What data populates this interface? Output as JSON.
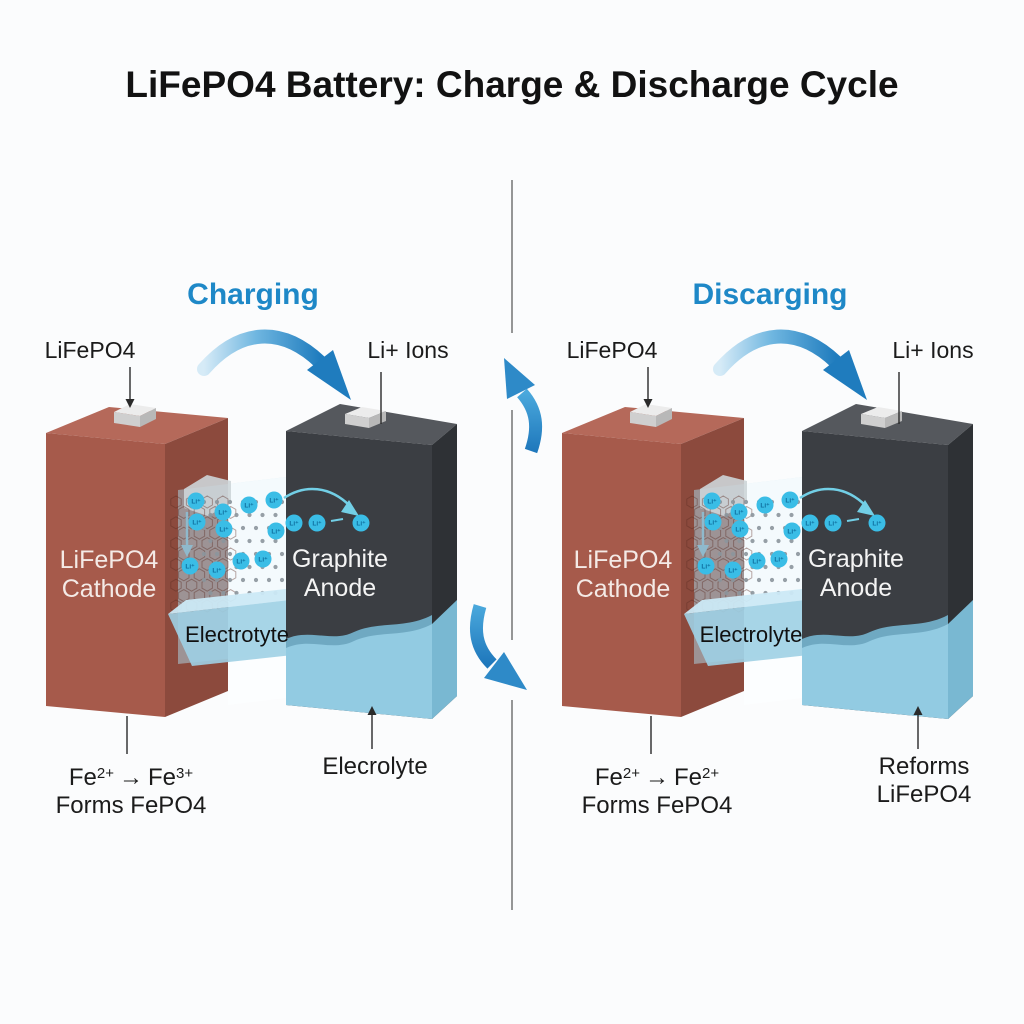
{
  "title": "LiFePO4 Battery: Charge & Discharge Cycle",
  "ion_symbol": "Li⁺",
  "colors": {
    "accent_blue": "#1E88C7",
    "cathode_red": "#A65A4B",
    "cathode_red_top": "#B5695A",
    "cathode_red_side": "#8C4A3D",
    "anode_gray": "#3B3E43",
    "anode_gray_top": "#55585D",
    "anode_gray_side": "#2E3135",
    "submerged_blue": "#92CBE2",
    "submerged_band": "#6FA9C2",
    "electrolyte_blue": "#9ED0E4",
    "ion_cyan": "#3ABDE6",
    "divider_gray": "#8A8A8A",
    "arrow_blue_dark": "#1F7CBE",
    "arrow_blue_light": "#D6EBF7"
  },
  "panels": [
    {
      "header": "Charging",
      "cathode_top_label": "LiFePO4",
      "ions_top_label": "Li+ Ions",
      "cathode_line1": "LiFePO4",
      "cathode_line2": "Cathode",
      "anode_line1": "Graphite",
      "anode_line2": "Anode",
      "electrolyte_label": "Electrotyte",
      "anode_note_line1": "Elecrolyte",
      "anode_note_line2": "",
      "reaction": {
        "el1": "Fe",
        "sup1": "2+",
        "arrow": "→",
        "el2": "Fe",
        "sup2": "3+"
      },
      "reaction_line2": "Forms FePO4"
    },
    {
      "header": "Discarging",
      "cathode_top_label": "LiFePO4",
      "ions_top_label": "Li+ Ions",
      "cathode_line1": "LiFePO4",
      "cathode_line2": "Cathode",
      "anode_line1": "Graphite",
      "anode_line2": "Anode",
      "electrolyte_label": "Electrolyte",
      "anode_note_line1": "Reforms",
      "anode_note_line2": "LiFePO4",
      "reaction": {
        "el1": "Fe",
        "sup1": "2+",
        "arrow": "→",
        "el2": "Fe",
        "sup2": "2+"
      },
      "reaction_line2": "Forms FePO4"
    }
  ]
}
